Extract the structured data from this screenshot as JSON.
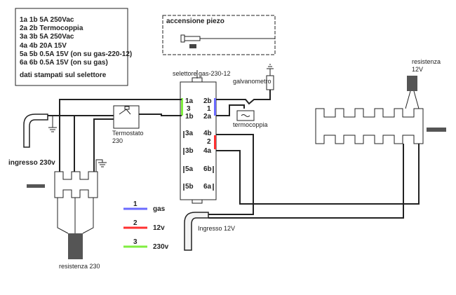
{
  "info_box": {
    "lines": [
      "1a 1b  5A 250Vac",
      "2a 2b  Termocoppia",
      "3a 3b  5A 250Vac",
      "4a 4b  20A 15V",
      "5a 5b 0.5A 15V  (on su gas-220-12)",
      "6a 6b 0.5A 15V  (on su gas)"
    ],
    "footer": "dati stampati sul selettore"
  },
  "piezo": {
    "title": "accensione piezo"
  },
  "selector": {
    "label": "selettore gas-230-12",
    "pins": {
      "p1a": "1a",
      "p1b": "1b",
      "p2a": "2a",
      "p2b": "2b",
      "p3a": "3a",
      "p3b": "3b",
      "p4a": "4a",
      "p4b": "4b",
      "p5a": "5a",
      "p5b": "5b",
      "p6a": "6a",
      "p6b": "6b"
    },
    "groups": {
      "g1": "1",
      "g2": "2",
      "g3": "3"
    }
  },
  "labels": {
    "galvanometro": "galvanometro",
    "termocoppia": "termocoppia",
    "termostato_1": "Termostato",
    "termostato_2": "230",
    "ingresso_230": "ingresso 230v",
    "resistenza_230": "resistenza 230",
    "resistenza_12_1": "resistenza",
    "resistenza_12_2": "12V",
    "ingresso_12": "Ingresso 12V"
  },
  "legend": [
    {
      "num": "1",
      "label": "gas",
      "color": "#6b6bff"
    },
    {
      "num": "2",
      "label": "12v",
      "color": "#ff3030"
    },
    {
      "num": "3",
      "label": "230v",
      "color": "#80ee40"
    }
  ]
}
